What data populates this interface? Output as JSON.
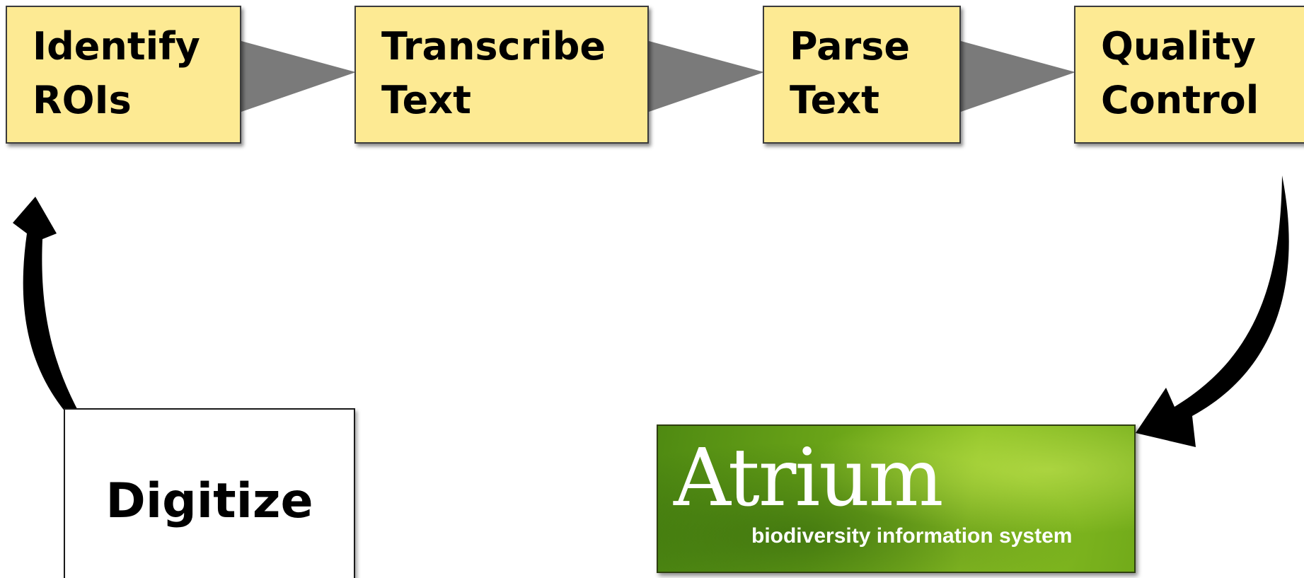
{
  "steps": [
    {
      "line1": "Identify",
      "line2": "ROIs"
    },
    {
      "line1": "Transcribe",
      "line2": "Text"
    },
    {
      "line1": "Parse",
      "line2": "Text"
    },
    {
      "line1": "Quality",
      "line2": "Control"
    }
  ],
  "start": {
    "label": "Digitize"
  },
  "end": {
    "logo_name": "Atrium",
    "logo_tagline": "biodiversity information system"
  },
  "colors": {
    "step_fill": "#fdea93",
    "connector": "#7a7a7a",
    "curved_arrow": "#000000",
    "logo_green": "#6aa418"
  }
}
